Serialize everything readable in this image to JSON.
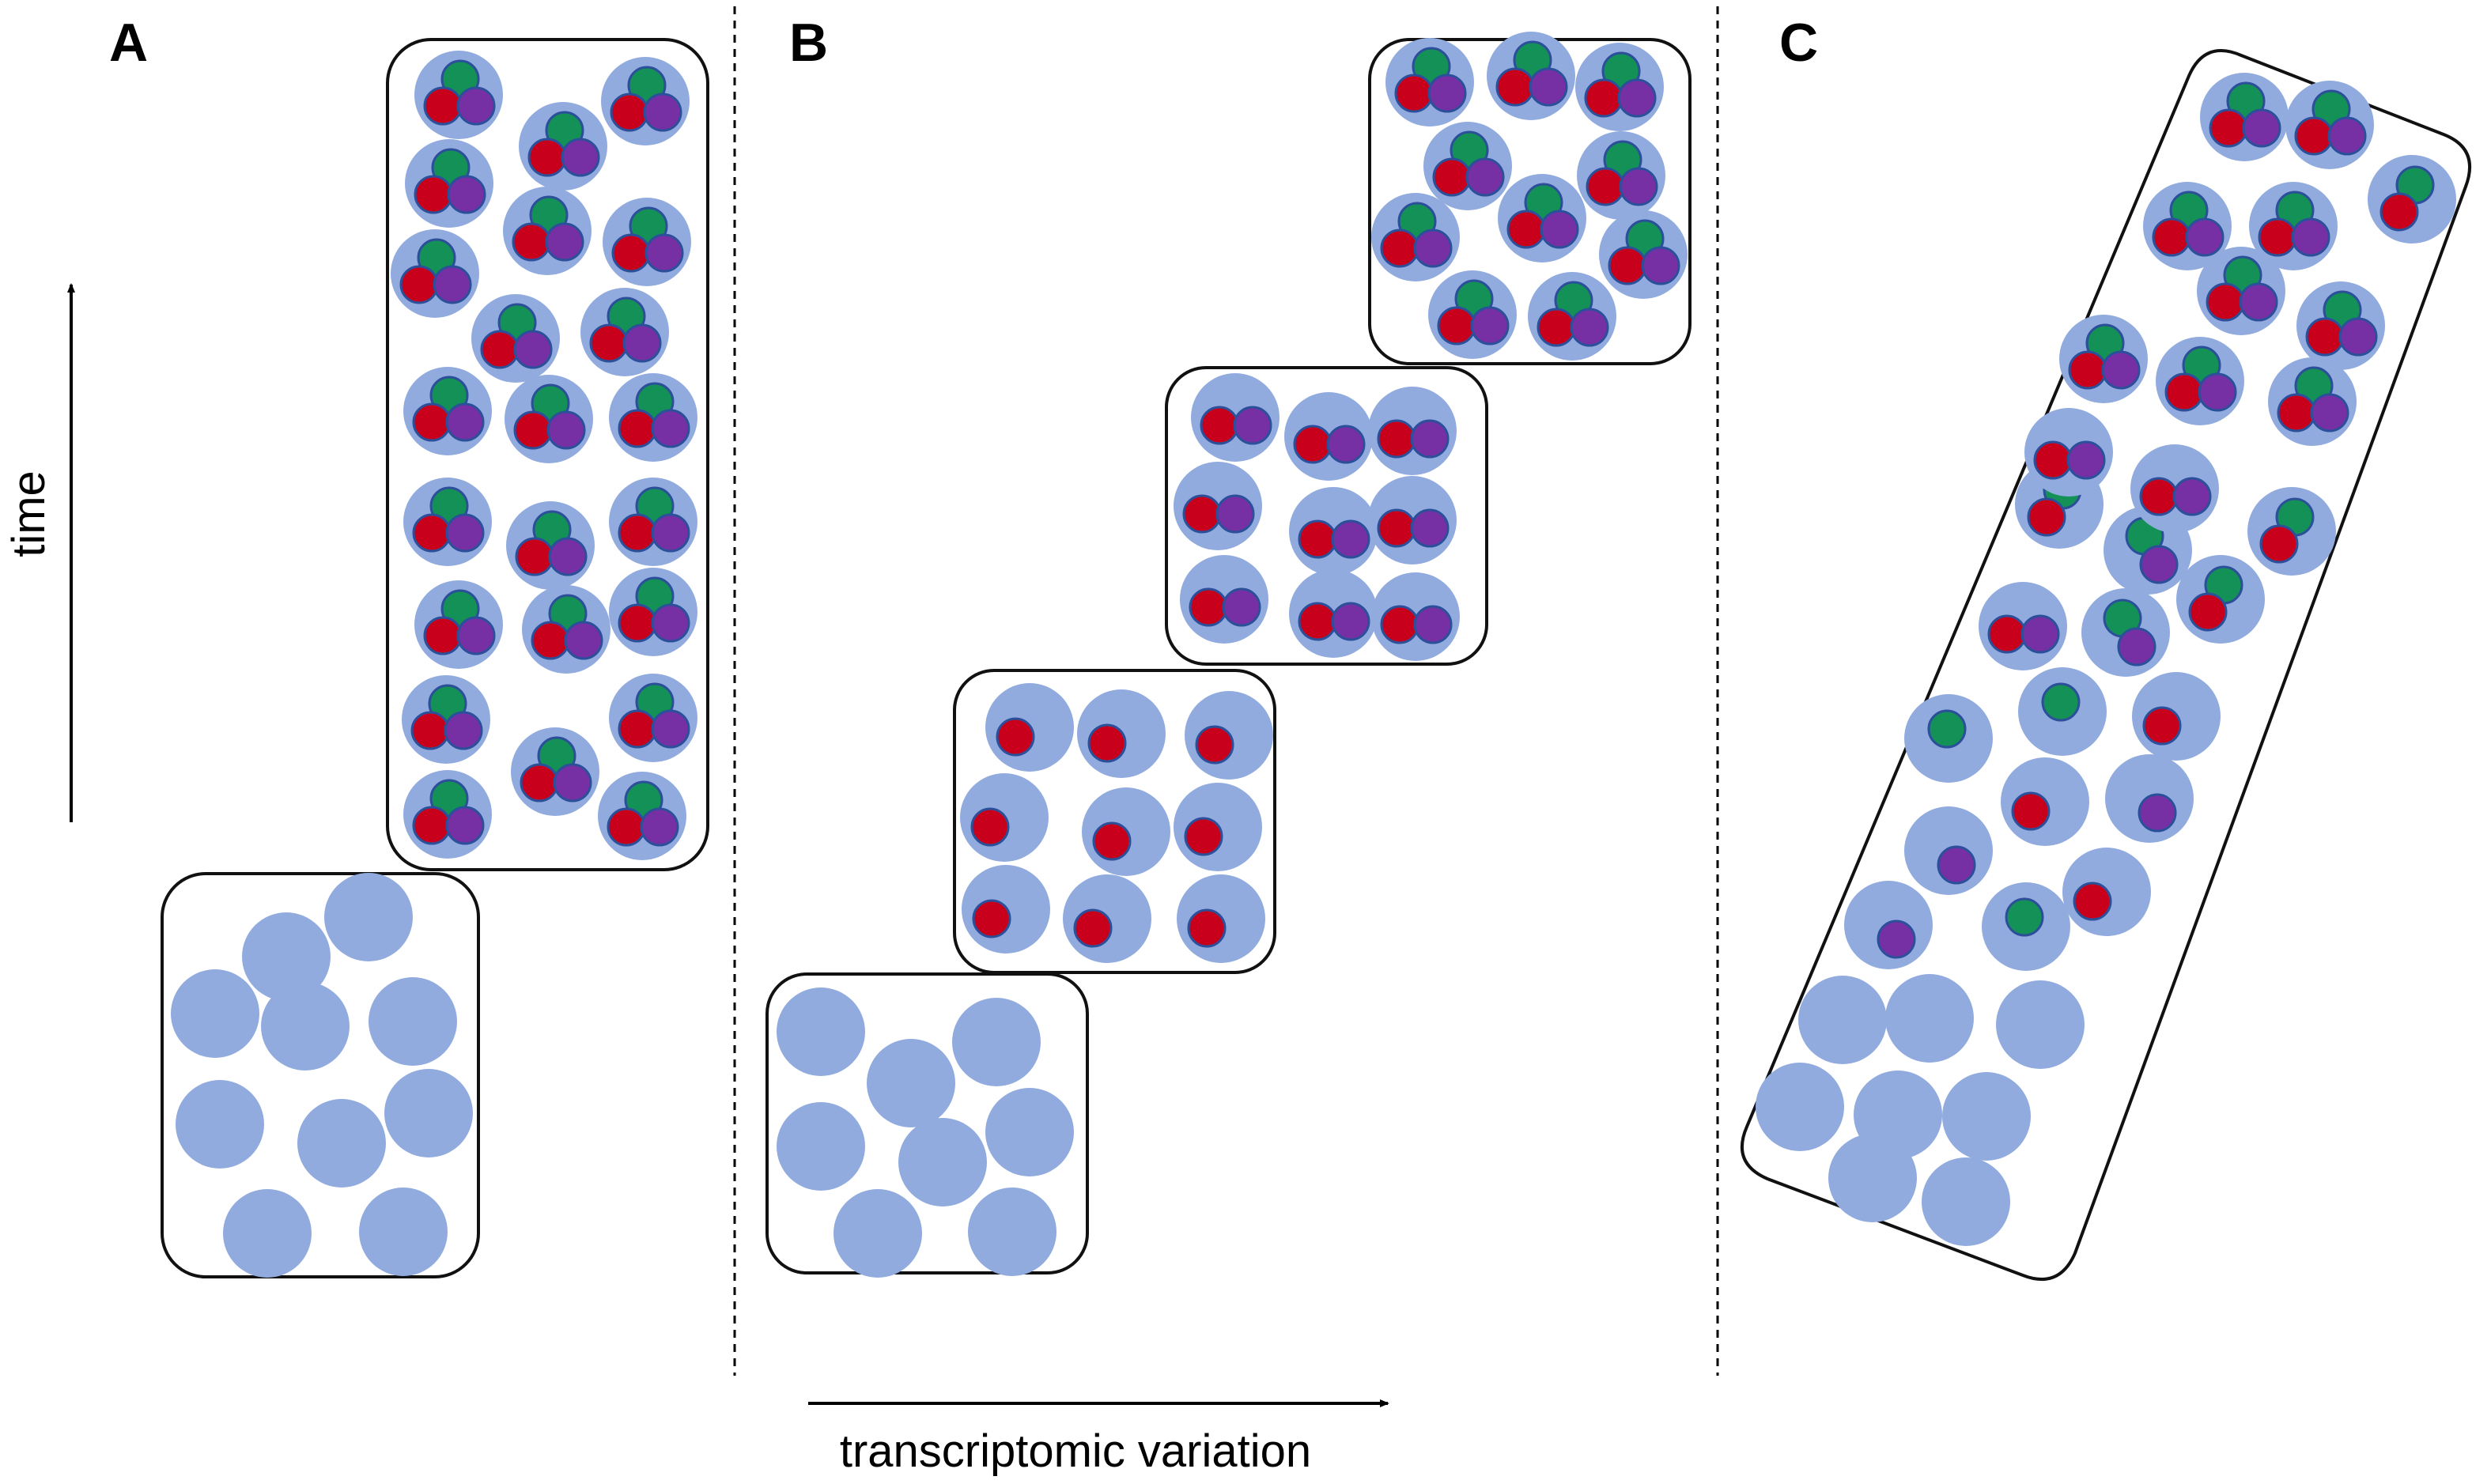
{
  "panels": [
    {
      "id": "A",
      "label": "A"
    },
    {
      "id": "B",
      "label": "B"
    },
    {
      "id": "C",
      "label": "C"
    }
  ],
  "axes": {
    "y_label": "time",
    "x_label": "transcriptomic variation"
  },
  "colors": {
    "cell": "#91abdf",
    "red": "#c8001b",
    "green": "#139157",
    "purple": "#7630a4",
    "outline": "#2c4f9a",
    "box_stroke": "#111111"
  }
}
